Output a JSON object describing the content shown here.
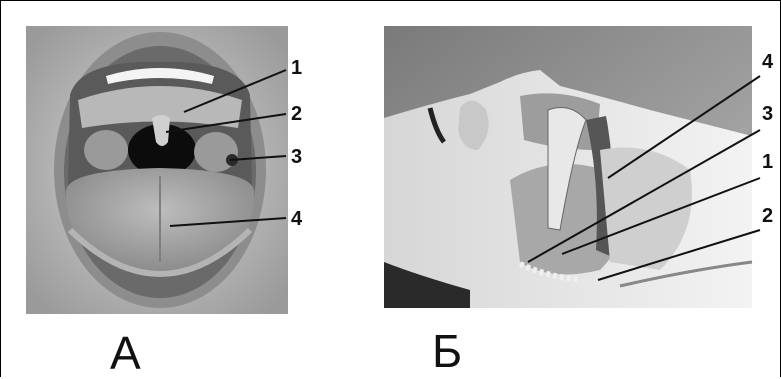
{
  "panels": [
    {
      "label": "А",
      "callouts": [
        "1",
        "2",
        "3",
        "4"
      ]
    },
    {
      "label": "Б",
      "callouts": [
        "4",
        "3",
        "1",
        "2"
      ]
    }
  ]
}
